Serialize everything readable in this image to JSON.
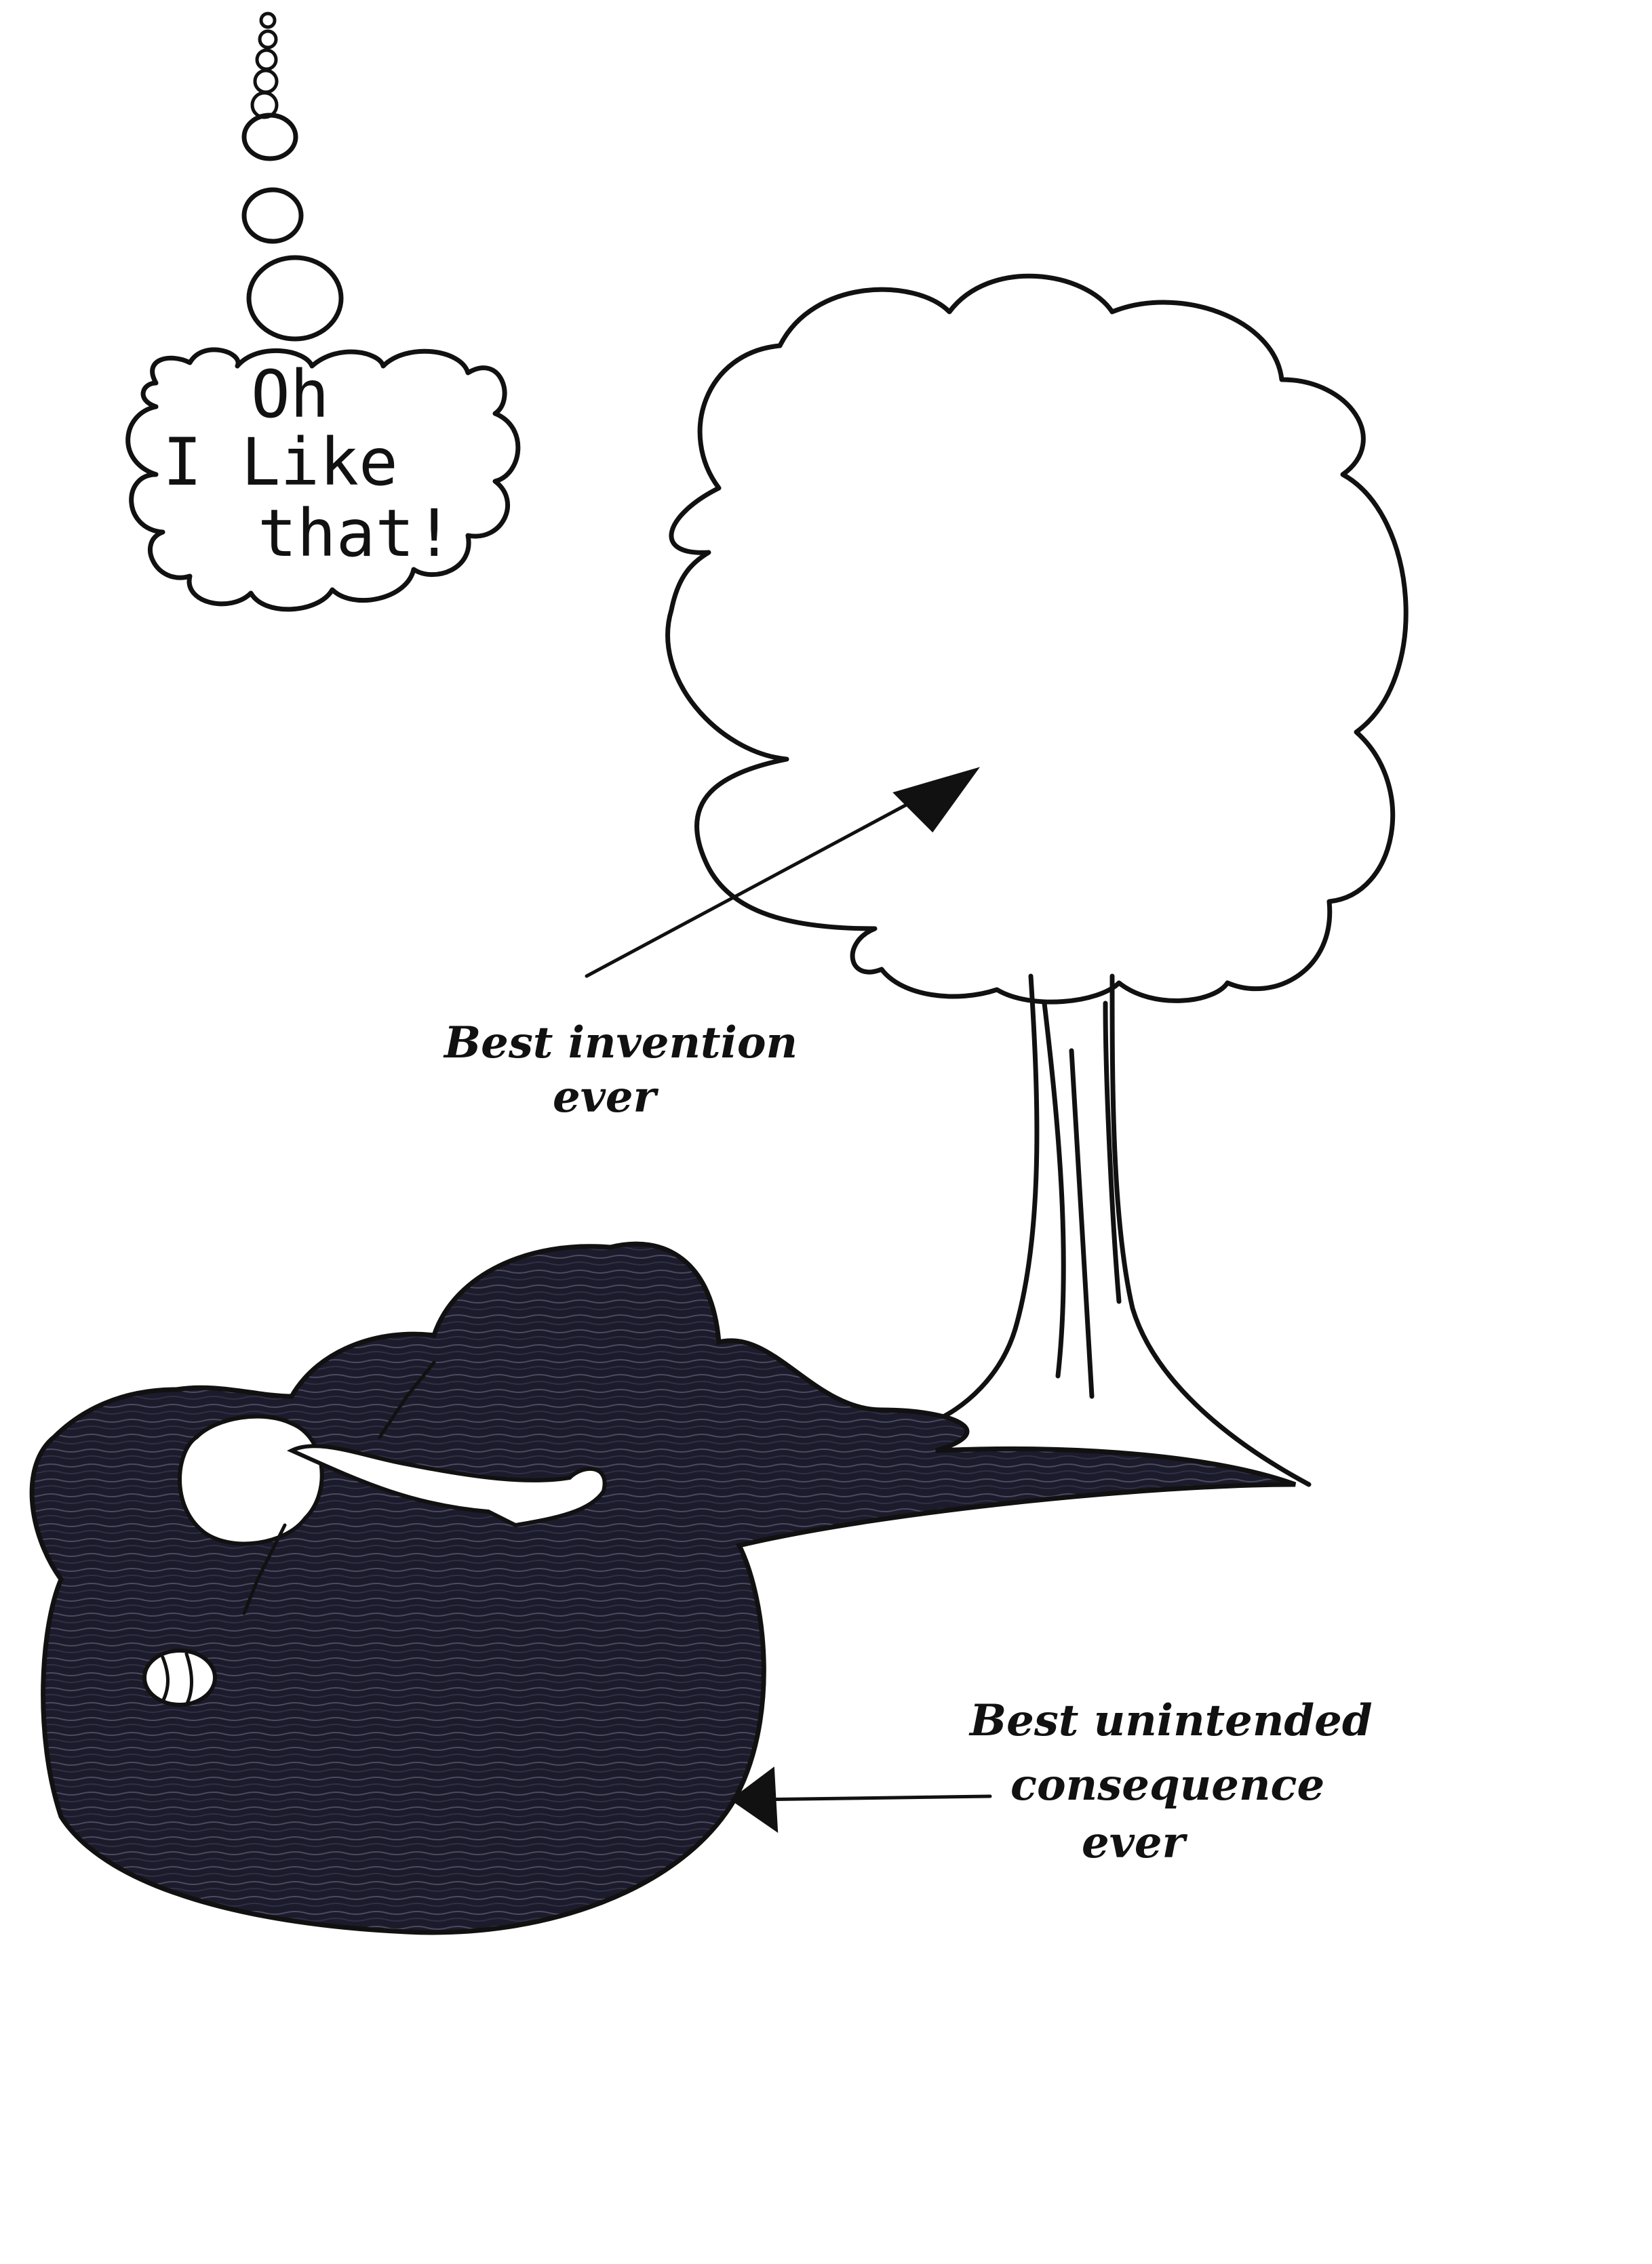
{
  "thought_bubble": {
    "line1": "Oh",
    "line2": "I Like",
    "line3": "that!"
  },
  "annotations": {
    "tree": {
      "line1": "Best invention",
      "line2": "ever"
    },
    "shade": {
      "line1": "Best unintended",
      "line2": "consequence",
      "line3": "ever"
    }
  },
  "colors": {
    "ink": "#111111",
    "paper": "#ffffff"
  }
}
